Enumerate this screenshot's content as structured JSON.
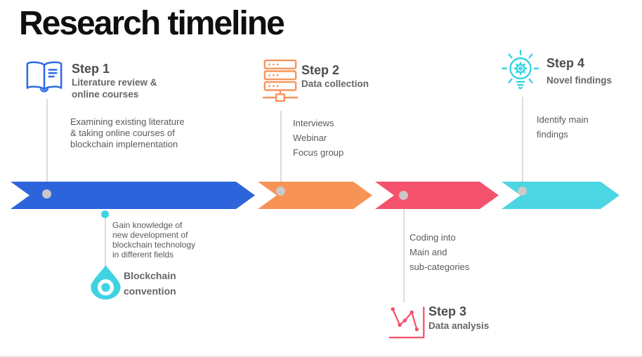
{
  "title": "Research timeline",
  "colors": {
    "step1_blue": "#2e64db",
    "step2_orange": "#f89356",
    "step3_red": "#f4516c",
    "step4_teal": "#4cd5e2",
    "milestone_teal": "#3fd3e2",
    "connector_gray": "#dcdcdc",
    "marker_gray": "#c9c9c9",
    "title_black": "#0f0f0f",
    "heading_gray": "#4d4d4d",
    "body_gray": "#5a5a5a"
  },
  "steps": [
    {
      "name": "Step 1",
      "icon": "book-icon",
      "color": "#2e64db",
      "subtitle_lines": [
        "Literature review &",
        "online courses"
      ],
      "description_lines": [
        "Examining existing literature",
        "& taking online courses of",
        "blockchain implementation"
      ]
    },
    {
      "name": "Step 2",
      "icon": "server-icon",
      "color": "#f89356",
      "subtitle_lines": [
        "Data collection"
      ],
      "description_lines": [
        "Interviews",
        "Webinar",
        "Focus group"
      ]
    },
    {
      "name": "Step 3",
      "icon": "line-chart-icon",
      "color": "#f4516c",
      "subtitle_lines": [
        "Data analysis"
      ],
      "description_lines": [
        "Coding into",
        "Main and",
        "sub-categories"
      ]
    },
    {
      "name": "Step 4",
      "icon": "lightbulb-gear-icon",
      "color": "#4cd5e2",
      "subtitle_lines": [
        "Novel findings"
      ],
      "description_lines": [
        "Identify main",
        "findings"
      ]
    }
  ],
  "milestone": {
    "icon": "location-pin-icon",
    "color": "#3fd3e2",
    "description_lines": [
      "Gain knowledge of",
      "new development of",
      "blockchain technology",
      "in different fields"
    ],
    "label_lines": [
      "Blockchain",
      "convention"
    ]
  }
}
